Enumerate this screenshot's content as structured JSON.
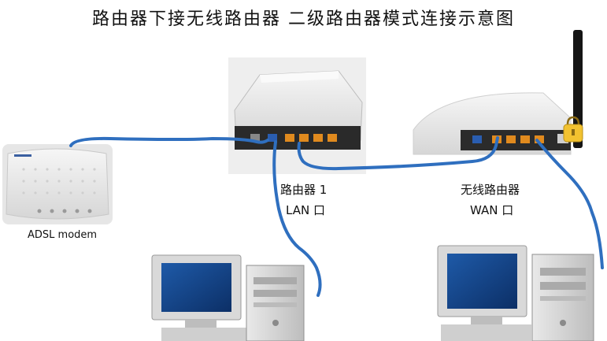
{
  "title": "路由器下接无线路由器 二级路由器模式连接示意图",
  "labels": {
    "modem": "ADSL modem",
    "router1_line1": "路由器 1",
    "router1_line2": "LAN 口",
    "wireless_line1": "无线路由器",
    "wireless_line2": "WAN 口"
  },
  "colors": {
    "cable": "#2f6fbf",
    "port_orange": "#e08a1e",
    "port_blue": "#2a5db0"
  }
}
